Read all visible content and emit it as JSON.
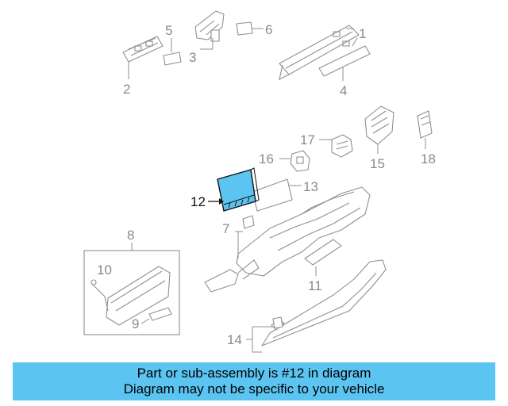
{
  "diagram": {
    "highlight_color": "#5bc4f1",
    "highlighted_part": "12",
    "callouts": {
      "c1": "1",
      "c2": "2",
      "c3": "3",
      "c4": "4",
      "c5": "5",
      "c6": "6",
      "c7": "7",
      "c8": "8",
      "c9": "9",
      "c10": "10",
      "c11": "11",
      "c12": "12",
      "c13": "13",
      "c14": "14",
      "c15": "15",
      "c16": "16",
      "c17": "17",
      "c18": "18"
    }
  },
  "banner": {
    "line1": "Part or sub-assembly is #12 in diagram",
    "line2": "Diagram may not be specific to your vehicle",
    "background": "#5bc4f1"
  }
}
